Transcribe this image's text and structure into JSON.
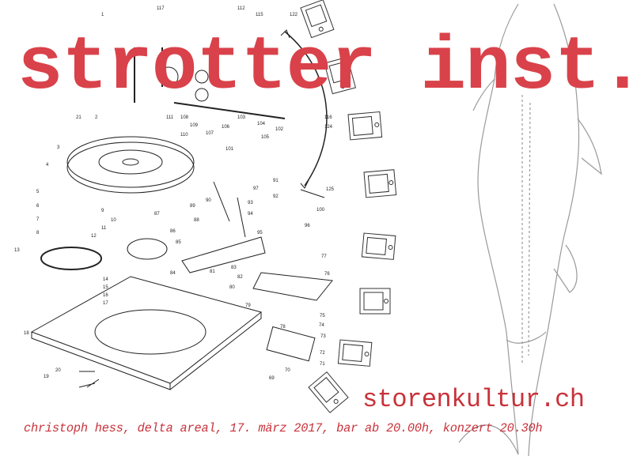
{
  "title": "strotter inst.",
  "website": "storenkultur.ch",
  "event_info": "christoph hess, delta areal, 17. märz 2017, bar ab 20.00h, konzert 20.30h",
  "colors": {
    "accent": "#d9424a",
    "sketch_fish": "#9a9a9a",
    "diagram": "#222222"
  },
  "diagram_part_numbers": [
    "117",
    "1",
    "2",
    "3",
    "4",
    "5",
    "6",
    "7",
    "8",
    "9",
    "10",
    "11",
    "12",
    "13",
    "14",
    "15",
    "16",
    "17",
    "18",
    "19",
    "20",
    "21",
    "101",
    "102",
    "103",
    "104",
    "105",
    "106",
    "107",
    "108",
    "109",
    "110",
    "111",
    "112",
    "115",
    "116",
    "122",
    "124",
    "125",
    "100",
    "96",
    "97",
    "95",
    "94",
    "93",
    "92",
    "91",
    "90",
    "89",
    "88",
    "87",
    "86",
    "85",
    "84",
    "83",
    "82",
    "81",
    "80",
    "79",
    "78",
    "77",
    "76",
    "75",
    "74",
    "73",
    "72",
    "71",
    "70",
    "69"
  ]
}
